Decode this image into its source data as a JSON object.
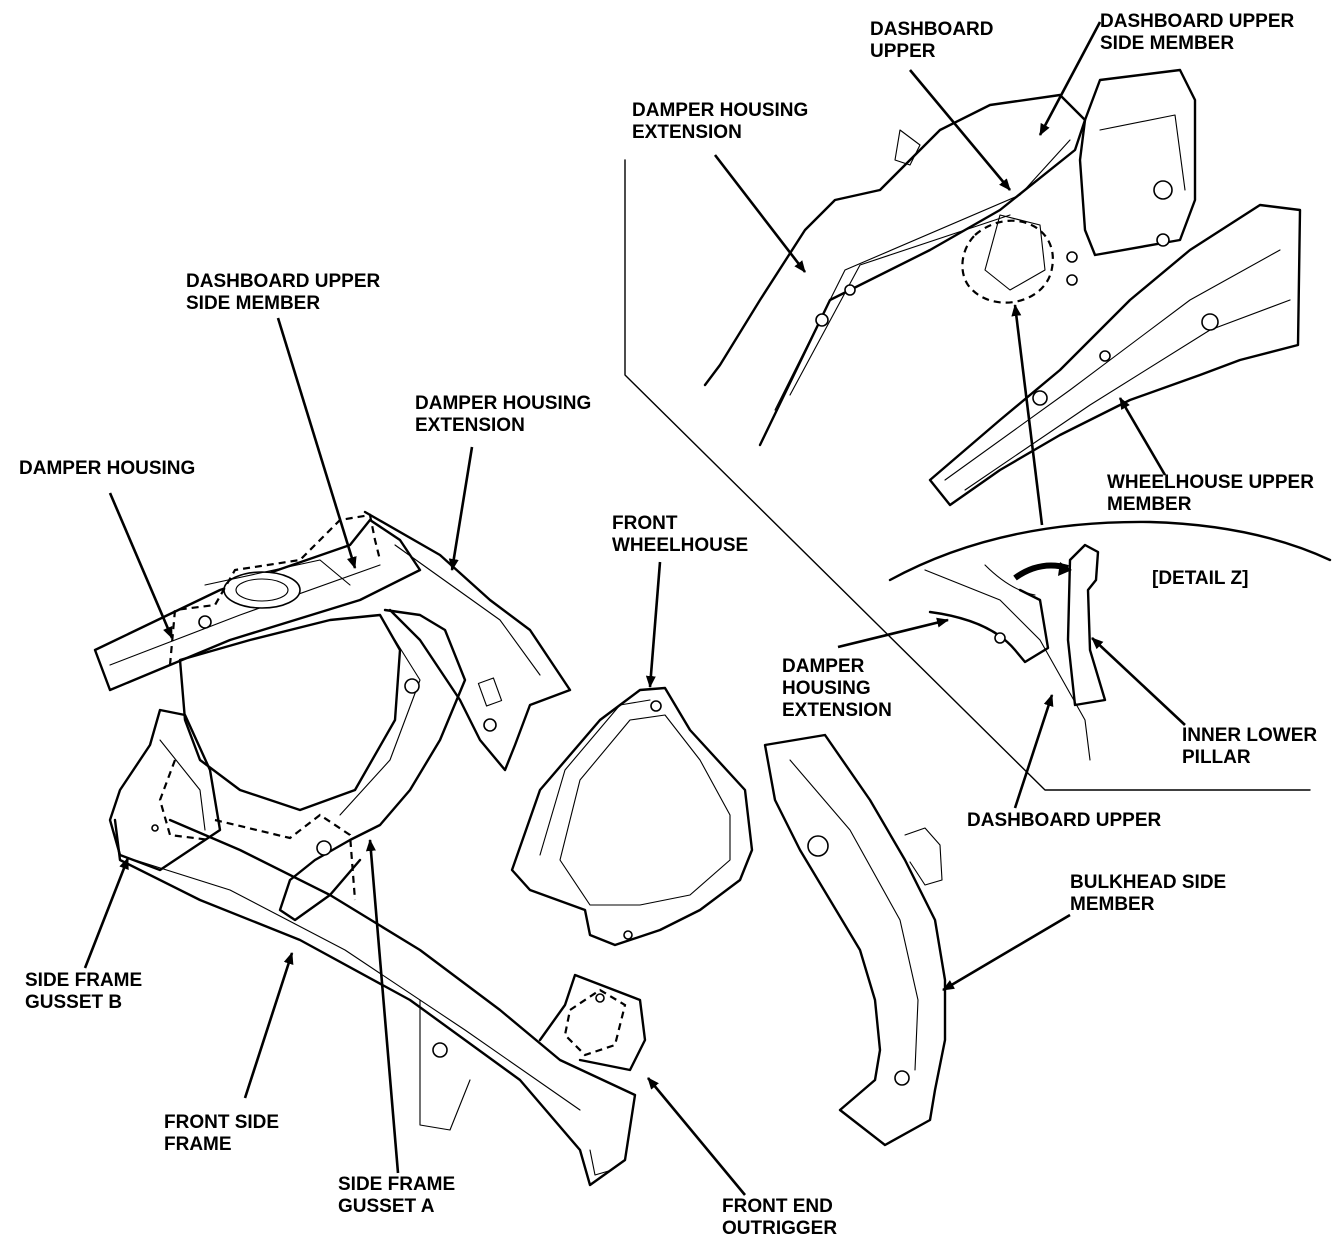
{
  "labels": {
    "dashboard_upper_top": "DASHBOARD\nUPPER",
    "dashboard_upper_side_member_top": "DASHBOARD UPPER\nSIDE MEMBER",
    "damper_housing_extension_top": "DAMPER HOUSING\nEXTENSION",
    "dashboard_upper_side_member_left": "DASHBOARD UPPER\nSIDE MEMBER",
    "damper_housing_extension_mid": "DAMPER HOUSING\nEXTENSION",
    "damper_housing": "DAMPER HOUSING",
    "front_wheelhouse": "FRONT\nWHEELHOUSE",
    "wheelhouse_upper_member": "WHEELHOUSE UPPER\nMEMBER",
    "detail_z": "[DETAIL Z]",
    "damper_housing_extension_detail": "DAMPER\nHOUSING\nEXTENSION",
    "inner_lower_pillar": "INNER LOWER\nPILLAR",
    "dashboard_upper_detail": "DASHBOARD UPPER",
    "bulkhead_side_member": "BULKHEAD SIDE\nMEMBER",
    "side_frame_gusset_b": "SIDE FRAME\nGUSSET B",
    "front_side_frame": "FRONT SIDE\nFRAME",
    "side_frame_gusset_a": "SIDE FRAME\nGUSSET A",
    "front_end_outrigger": "FRONT END\nOUTRIGGER"
  }
}
